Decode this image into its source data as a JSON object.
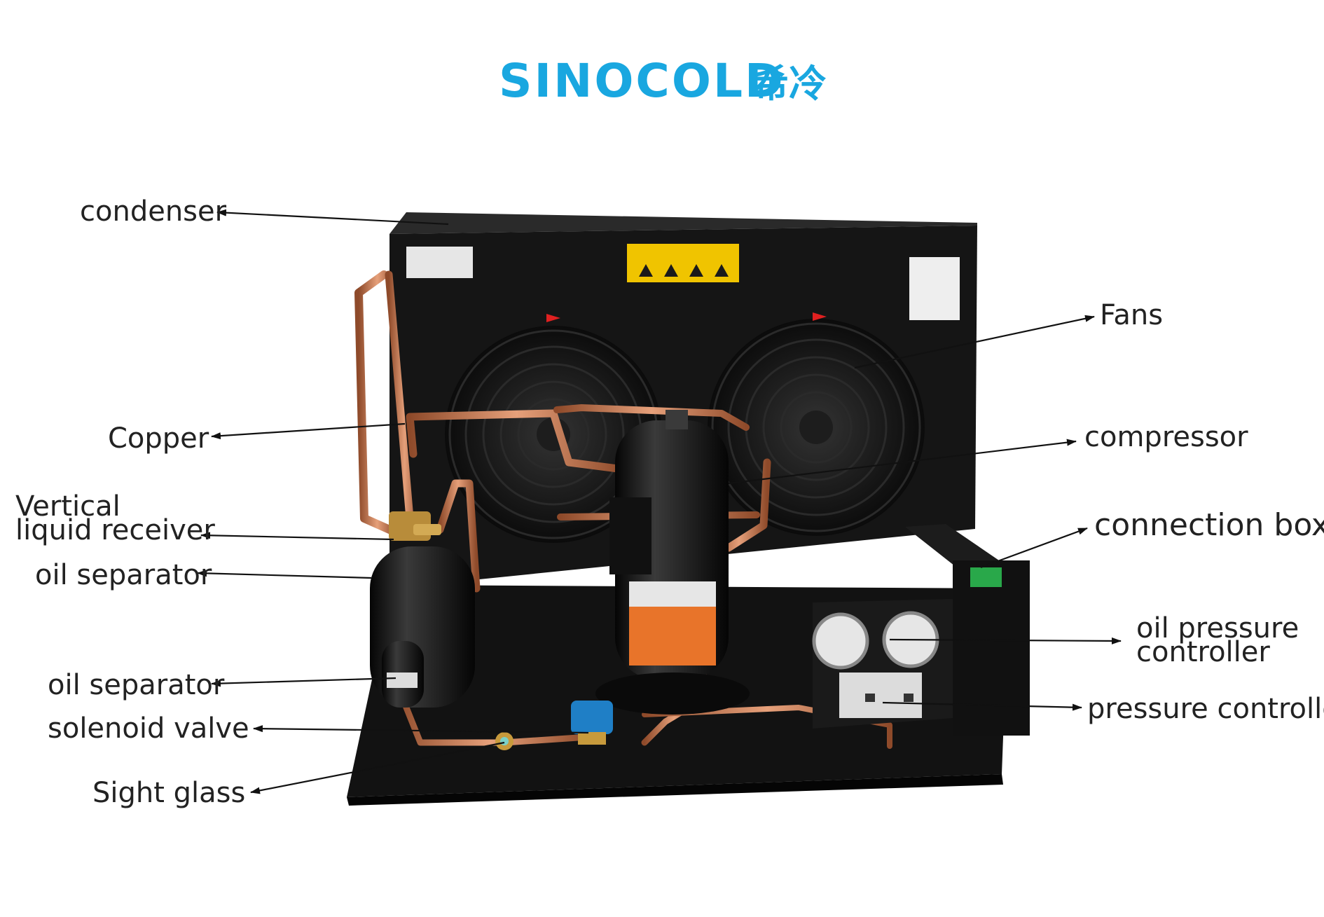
{
  "logo": {
    "text": "SINOCOLD",
    "chinese": "希冷",
    "color": "#19a7e0"
  },
  "labels": {
    "condenser": "condenser",
    "fans": "Fans",
    "copper": "Copper",
    "compressor": "compressor",
    "vertical_line1": "Vertical",
    "vertical_line2": "liquid receiver",
    "connection_box": "connection box",
    "oil_separator_1": "oil separator",
    "oil_pressure_line1": "oil pressure",
    "oil_pressure_line2": "controller",
    "oil_separator_2": "oil separator",
    "pressure_controller": "pressure controller",
    "solenoid_valve": "solenoid valve",
    "sight_glass": "Sight glass"
  },
  "colors": {
    "unit_body": "#141414",
    "copper": "#c8794f",
    "compressor_label": "#e8742a",
    "text": "#222222"
  }
}
